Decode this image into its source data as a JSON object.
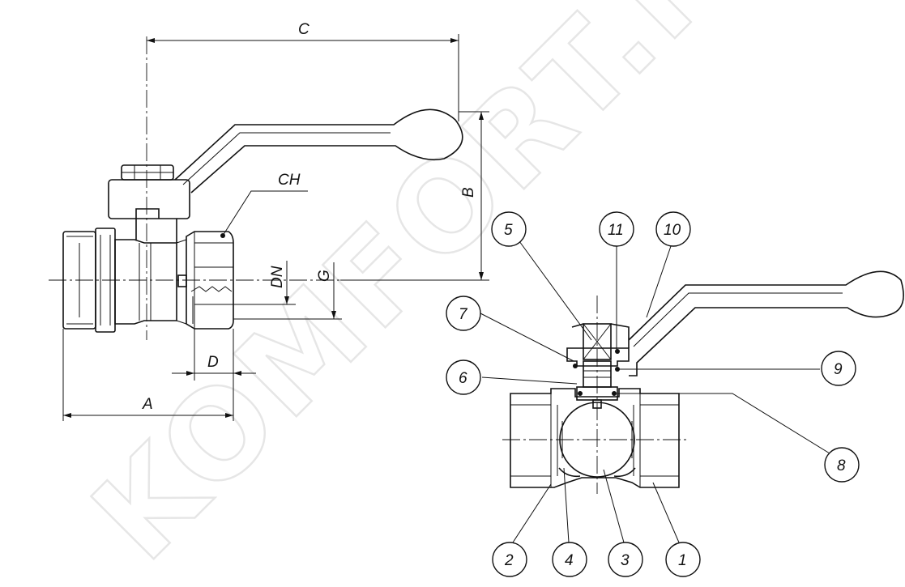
{
  "watermark": "KOMFORT.RU",
  "side_view": {
    "dimensions": {
      "C": "C",
      "B": "B",
      "CH": "CH",
      "DN": "DN",
      "G": "G",
      "D": "D",
      "A": "A"
    }
  },
  "section_view": {
    "callouts": [
      "1",
      "2",
      "3",
      "4",
      "5",
      "6",
      "7",
      "8",
      "9",
      "10",
      "11"
    ]
  },
  "colors": {
    "line": "#111111",
    "background": "#ffffff",
    "watermark": "#e6e6e6"
  }
}
